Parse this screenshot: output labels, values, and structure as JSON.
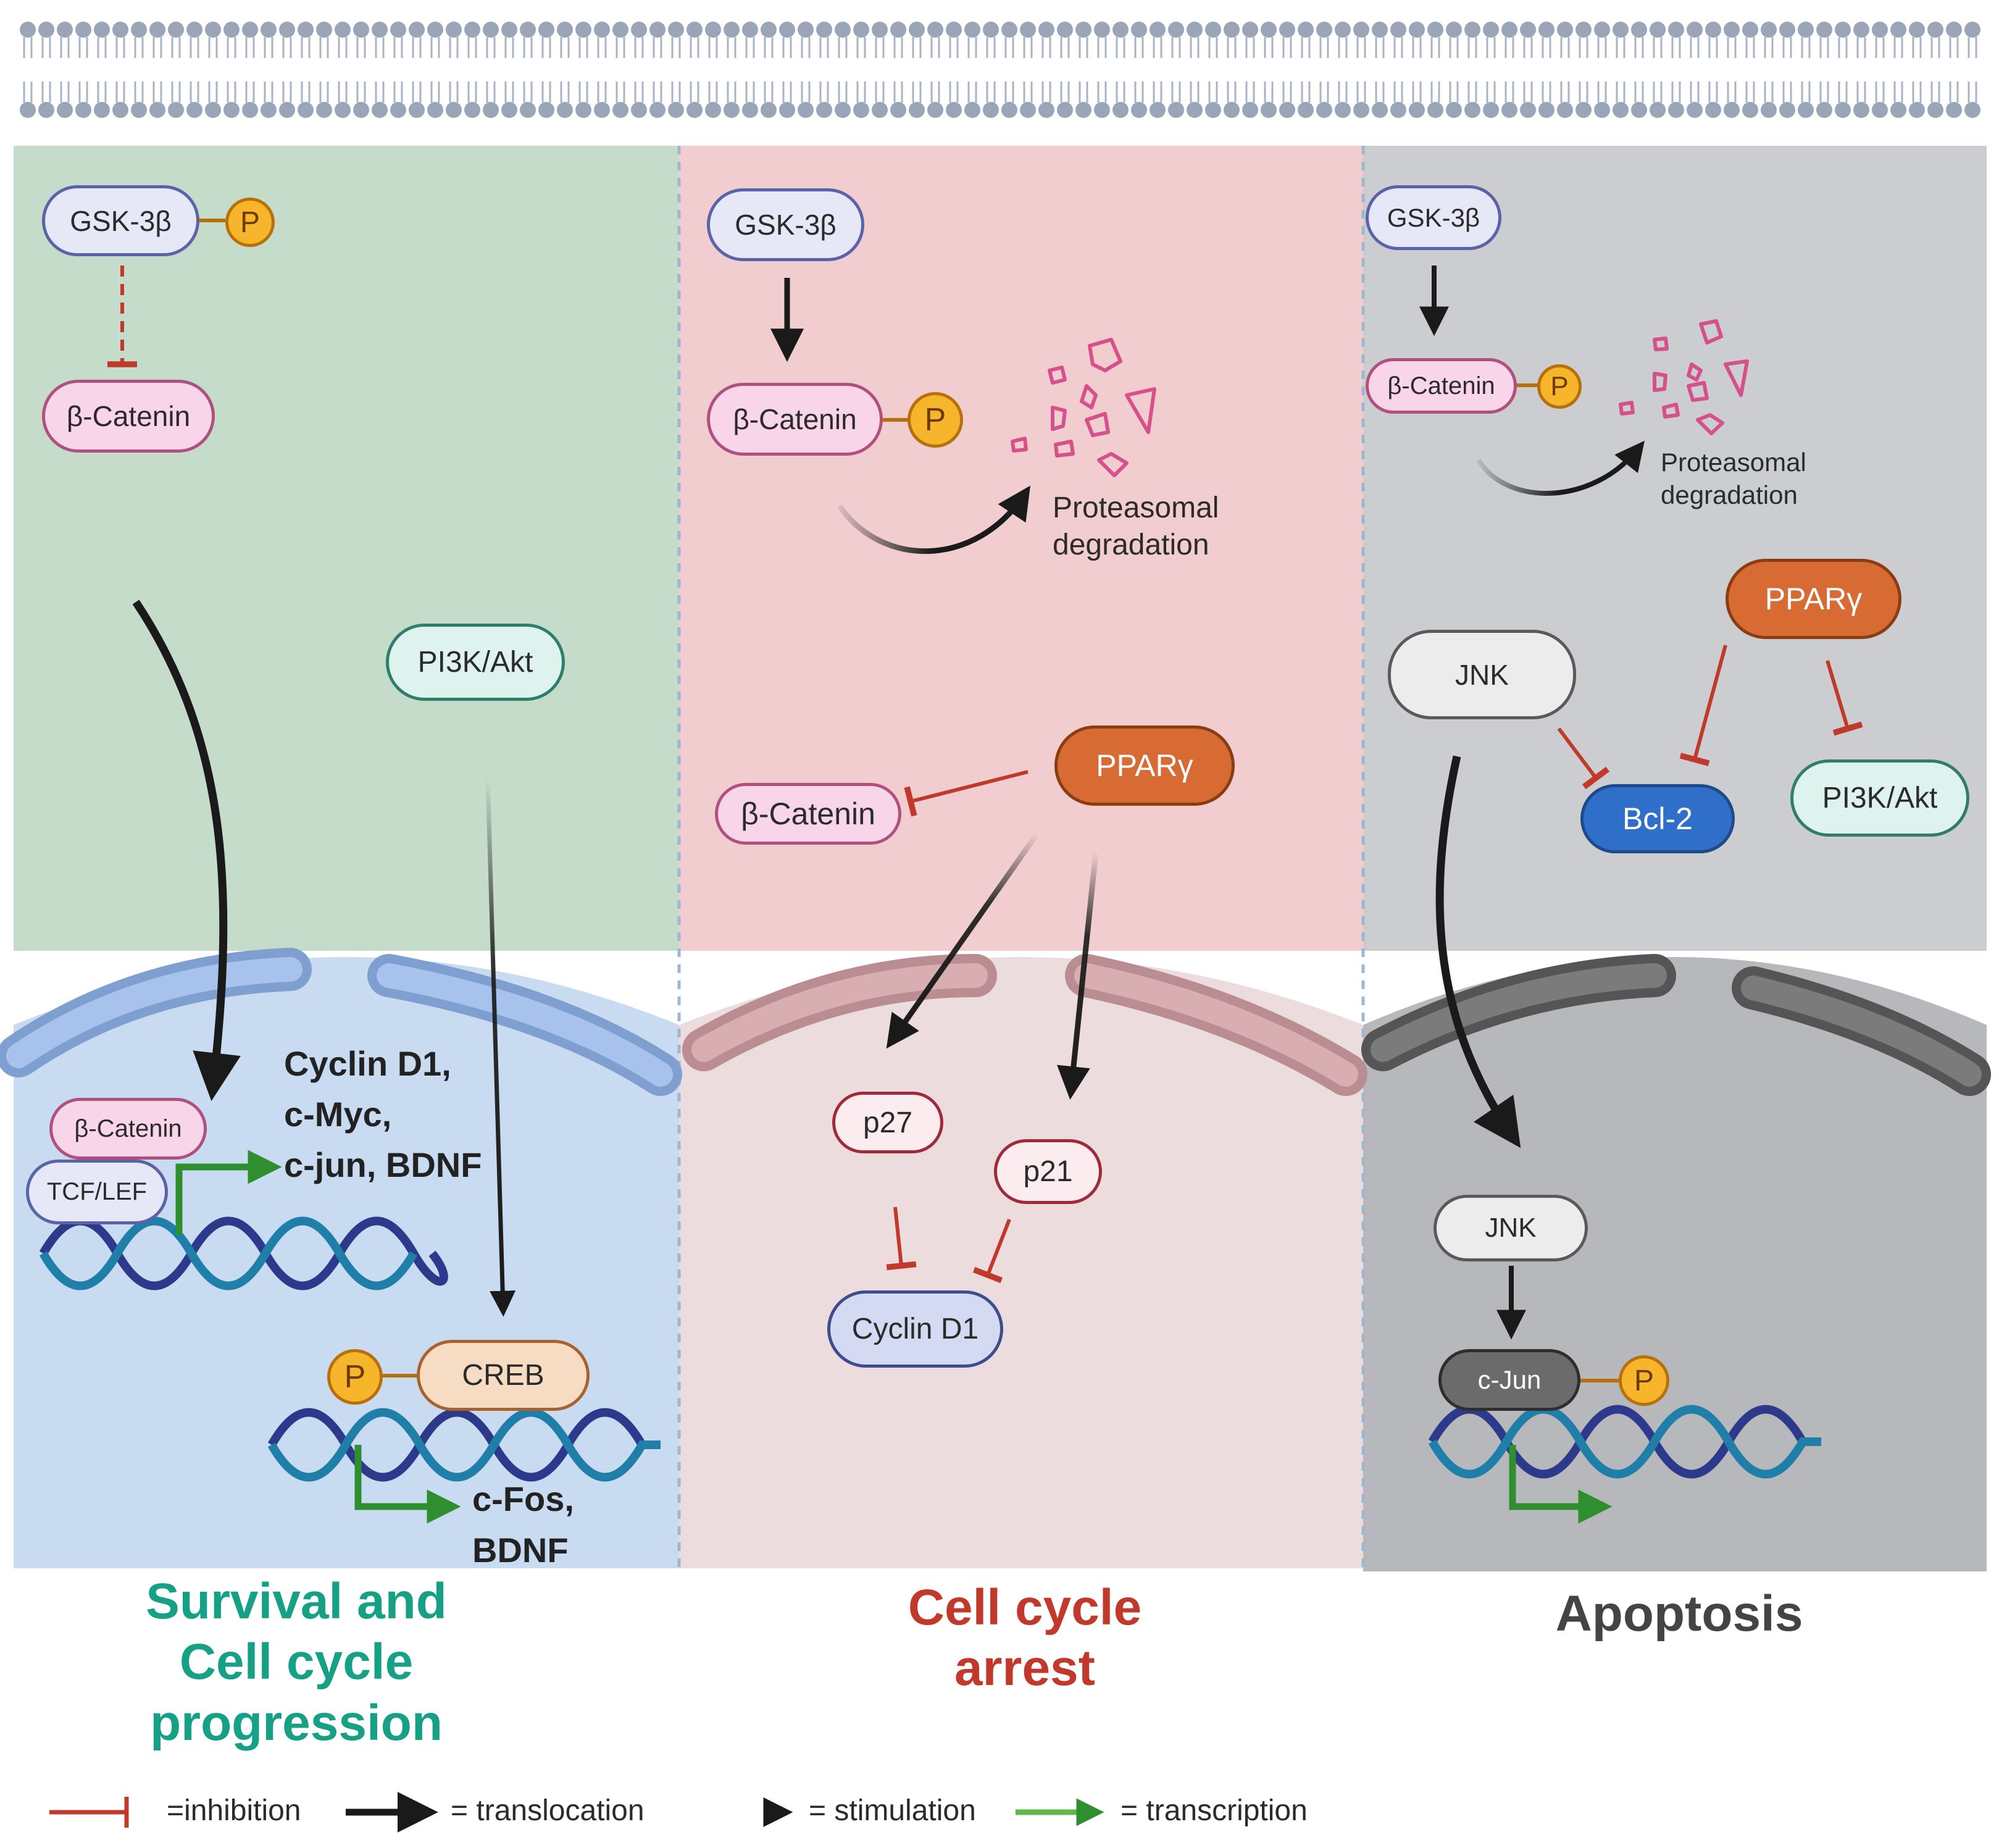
{
  "colors": {
    "survival_panel": "#c6dcca",
    "arrest_panel": "#f1cdcf",
    "apoptosis_panel": "#cbcdd0",
    "survival_nucleus": "#c9dbf0",
    "arrest_nucleus": "#ecdcdd",
    "apoptosis_nucleus": "#b6b8bb",
    "inhibition": "#c0392b",
    "transcription": "#2f8f2f",
    "survival_title": "#16a085",
    "arrest_title": "#c0392b",
    "apoptosis_title": "#444444"
  },
  "panels": {
    "survival": {
      "gsk": "GSK-3β",
      "phospho": "P",
      "beta_catenin_top": "β-Catenin",
      "pi3k": "PI3K/Akt",
      "beta_catenin_nuc": "β-Catenin",
      "tcf_lef": "TCF/LEF",
      "targets_1": "Cyclin D1,",
      "targets_2": "c-Myc,",
      "targets_3": "c-jun, BDNF",
      "creb_phospho": "P",
      "creb": "CREB",
      "creb_targets_1": "c-Fos,",
      "creb_targets_2": "BDNF",
      "title_1": "Survival and",
      "title_2": "Cell cycle",
      "title_3": "progression"
    },
    "arrest": {
      "gsk": "GSK-3β",
      "beta_catenin_p": "β-Catenin",
      "phospho": "P",
      "degradation_1": "Proteasomal",
      "degradation_2": "degradation",
      "beta_catenin_inhib": "β-Catenin",
      "ppar": "PPARγ",
      "p27": "p27",
      "p21": "p21",
      "cyclin": "Cyclin D1",
      "title_1": "Cell cycle",
      "title_2": "arrest"
    },
    "apoptosis": {
      "gsk": "GSK-3β",
      "beta_catenin_p": "β-Catenin",
      "phospho": "P",
      "degradation_1": "Proteasomal",
      "degradation_2": "degradation",
      "ppar": "PPARγ",
      "jnk": "JNK",
      "bcl2": "Bcl-2",
      "pi3k": "PI3K/Akt",
      "jnk_nuc": "JNK",
      "cjun": "c-Jun",
      "cjun_phospho": "P",
      "title": "Apoptosis"
    }
  },
  "legend": {
    "inhibition": "=inhibition",
    "translocation": "= translocation",
    "stimulation": "= stimulation",
    "transcription": "= transcription"
  }
}
